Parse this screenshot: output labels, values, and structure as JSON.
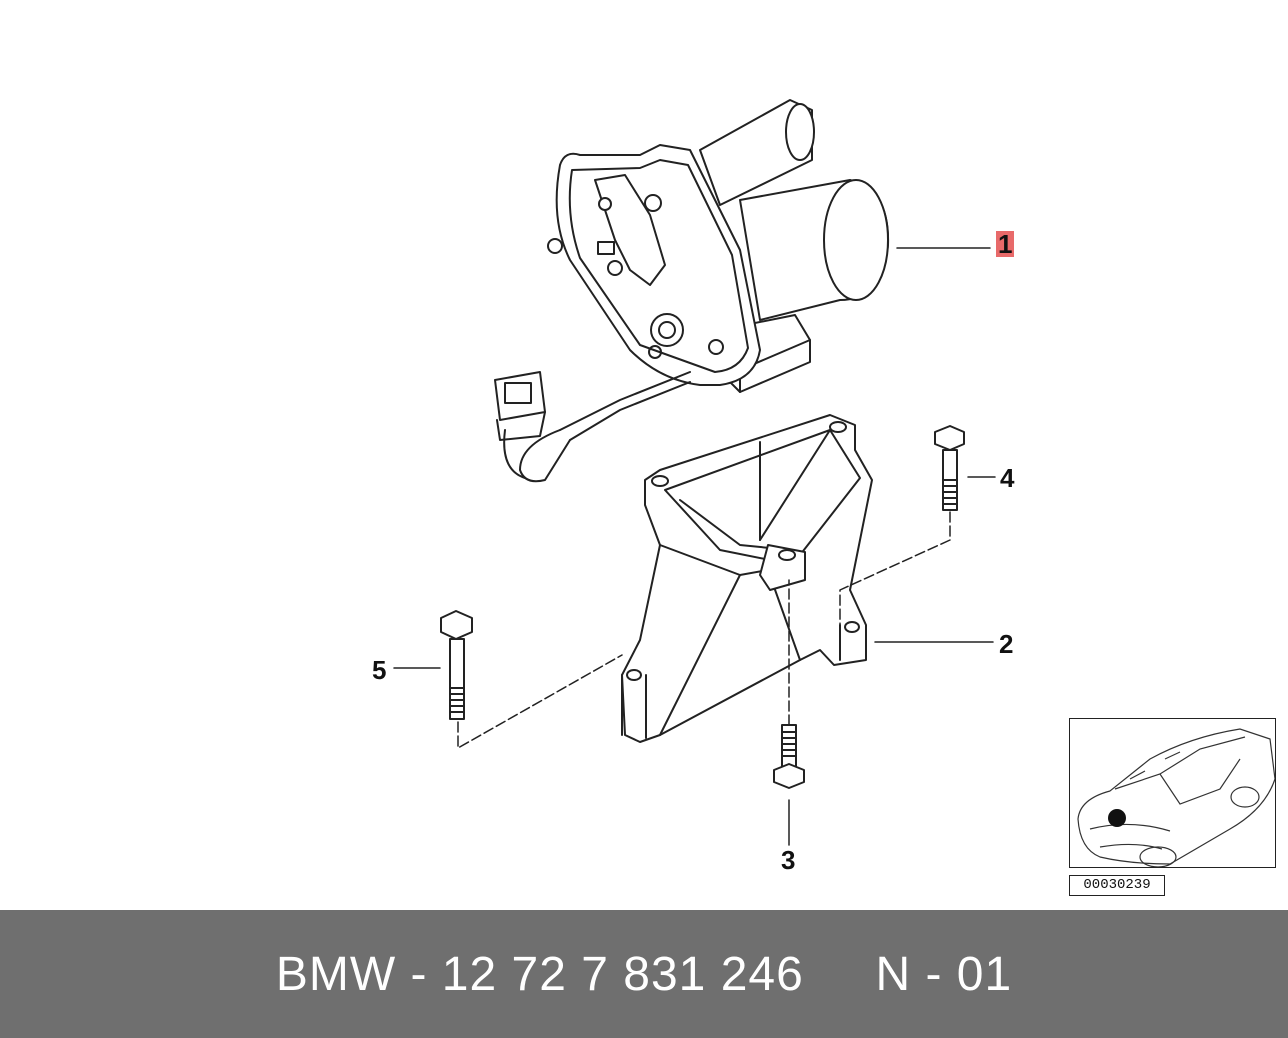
{
  "callouts": {
    "c1": "1",
    "c2": "2",
    "c3": "3",
    "c4": "4",
    "c5": "5"
  },
  "inset": {
    "code": "00030239"
  },
  "footer": {
    "text": "BMW - 12 72 7 831 246     N - 01"
  },
  "colors": {
    "footer_bg": "#6f6f6f",
    "highlight": "#e86a6a",
    "line": "#222222"
  }
}
